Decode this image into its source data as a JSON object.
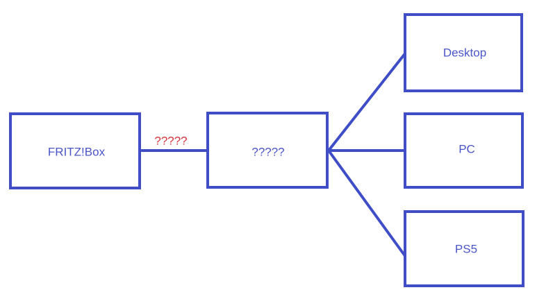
{
  "colors": {
    "stroke": "#3f4ec6",
    "node_text": "#4a55c8",
    "edge_text": "#d8323c",
    "background": "#ffffff"
  },
  "nodes": {
    "router": {
      "label": "FRITZ!Box"
    },
    "unknown_device": {
      "label": "?????"
    },
    "desktop": {
      "label": "Desktop"
    },
    "pc": {
      "label": "PC"
    },
    "ps5": {
      "label": "PS5"
    }
  },
  "edges": {
    "router_to_unknown": {
      "label": "?????"
    }
  }
}
